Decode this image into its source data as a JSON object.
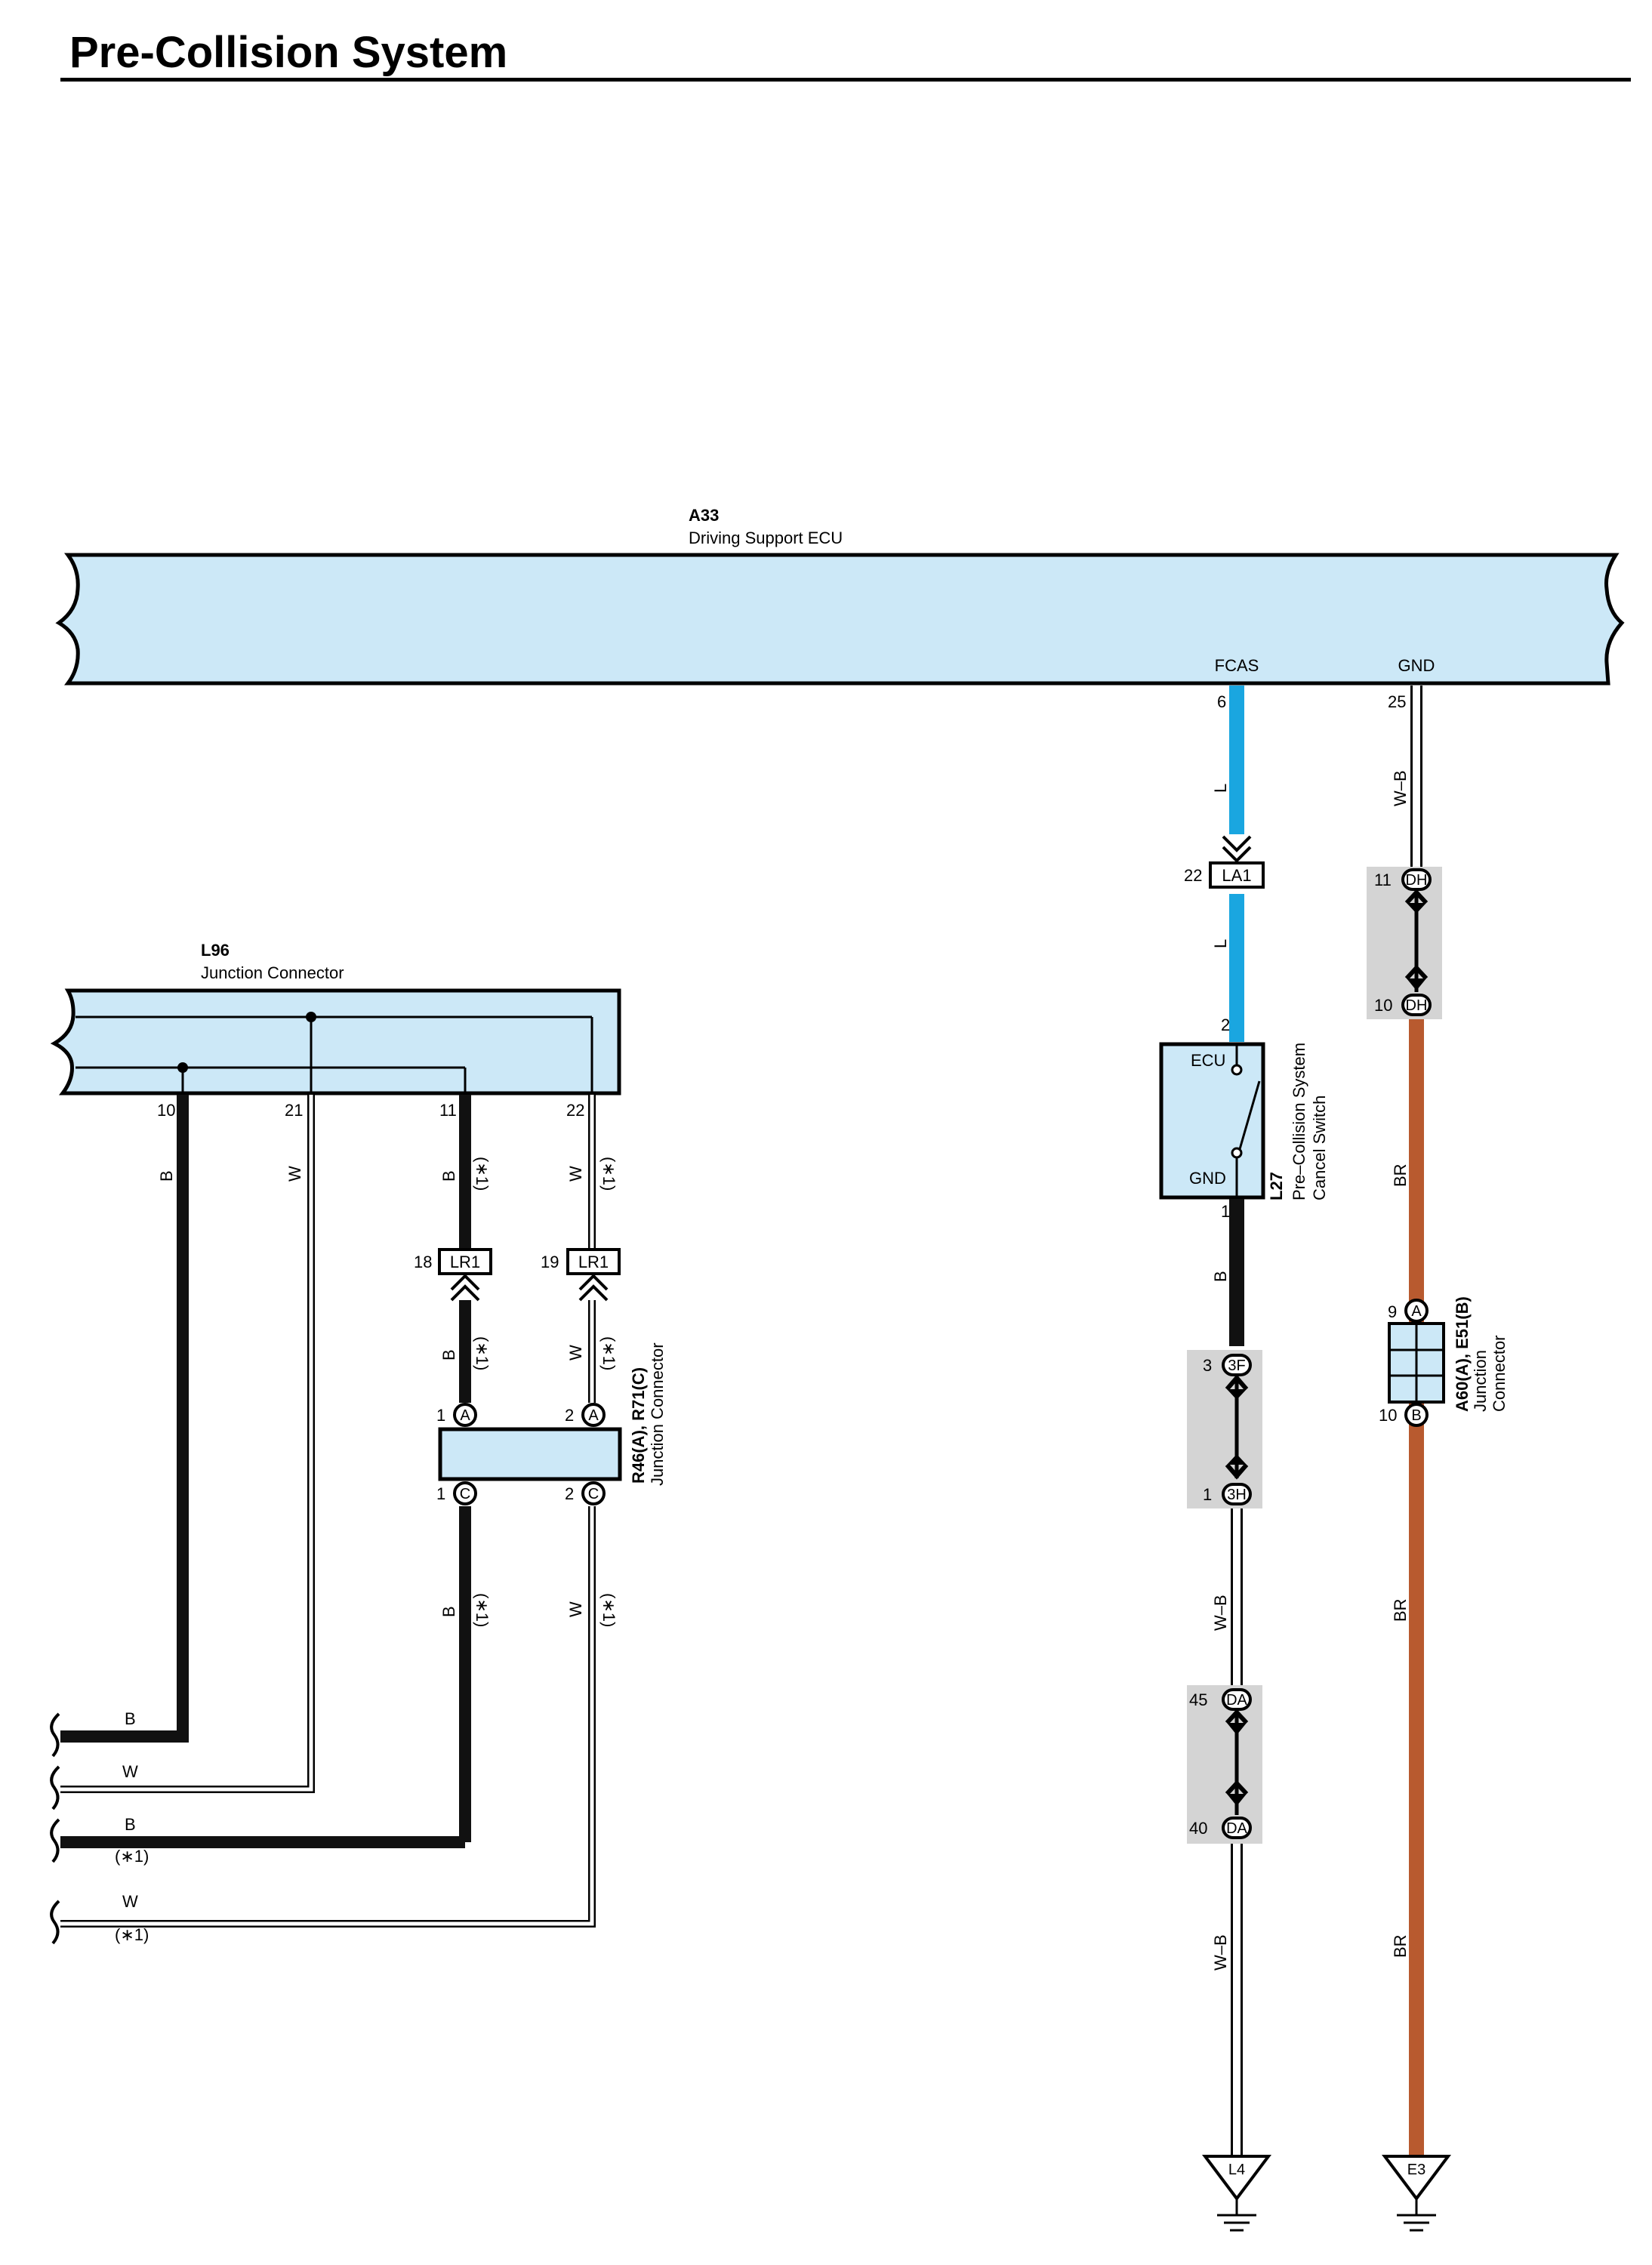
{
  "title": "Pre-Collision System",
  "colors": {
    "component_fill": "#cce8f7",
    "junction_fill": "#d4d4d4",
    "wire_L": "#1aa6e0",
    "wire_BR": "#b85a2f",
    "wire_B": "#111111"
  },
  "ecu": {
    "code": "A33",
    "name": "Driving Support ECU",
    "pin_fcas": "FCAS",
    "pin_gnd": "GND",
    "pin_fcas_no": "6",
    "pin_gnd_no": "25"
  },
  "l96": {
    "code": "L96",
    "name": "Junction Connector",
    "pins": [
      "10",
      "21",
      "11",
      "22"
    ]
  },
  "wires": {
    "b": "B",
    "w": "W",
    "l": "L",
    "wb": "W–B",
    "br": "BR",
    "note": "(∗1)"
  },
  "lr1": {
    "code": "LR1",
    "pin_b": "18",
    "pin_w": "19"
  },
  "la1": {
    "code": "LA1",
    "pin": "22"
  },
  "r46": {
    "code": "R46(A), R71(C)",
    "name": "Junction Connector",
    "a": "A",
    "c": "C",
    "pin1": "1",
    "pin2": "2"
  },
  "l27": {
    "code": "L27",
    "name1": "Pre–Collision System",
    "name2": "Cancel Switch",
    "ecu": "ECU",
    "gnd": "GND",
    "pin_top": "2",
    "pin_bot": "1"
  },
  "dh": {
    "code": "DH",
    "pin_top": "11",
    "pin_bot": "10"
  },
  "f3": {
    "code_top": "3F",
    "code_bot": "3H",
    "pin_top": "3",
    "pin_bot": "1"
  },
  "da": {
    "code": "DA",
    "pin_top": "45",
    "pin_bot": "40"
  },
  "a60": {
    "code": "A60(A), E51(B)",
    "name1": "Junction",
    "name2": "Connector",
    "a": "A",
    "b": "B",
    "pin_top": "9",
    "pin_bot": "10"
  },
  "grounds": {
    "left": "L4",
    "right": "E3"
  }
}
